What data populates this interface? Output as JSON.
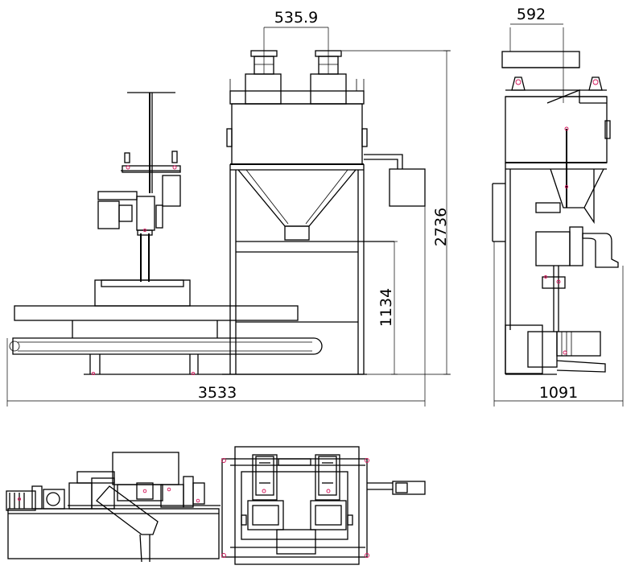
{
  "dimensions": {
    "top_width": "535.9",
    "side_width": "592",
    "total_height": "2736",
    "platform_height": "1134",
    "total_length": "3533",
    "side_depth": "1091"
  },
  "colors": {
    "line": "#000000",
    "marker": "#d4145a",
    "background": "#ffffff"
  }
}
